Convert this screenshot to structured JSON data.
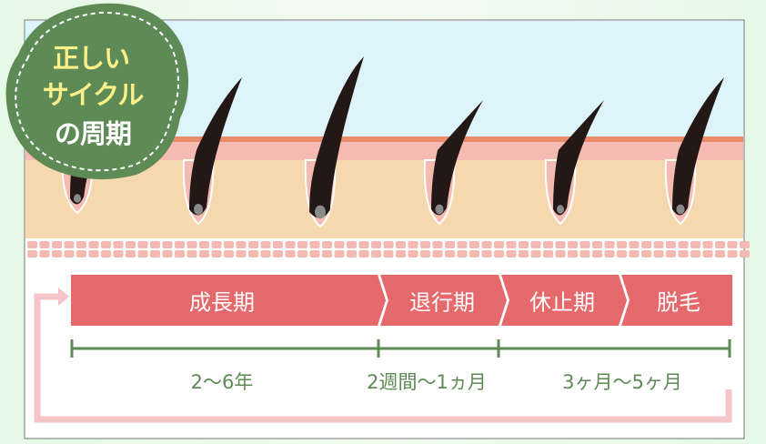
{
  "badge": {
    "lines": [
      "正しい",
      "サイクル",
      "の周期"
    ]
  },
  "phases": [
    {
      "label": "成長期"
    },
    {
      "label": "退行期"
    },
    {
      "label": "休止期"
    },
    {
      "label": "脱毛"
    }
  ],
  "durations": [
    {
      "label": "2～6年"
    },
    {
      "label": "2週間～1ヵ月"
    },
    {
      "label": "3ヶ月～5ヶ月"
    }
  ],
  "colors": {
    "phase": "#e5686b",
    "timeline": "#5e8a55",
    "badge": "#5e8a55",
    "badge_text": "#fbf08a",
    "loop": "#f4c4c8"
  }
}
